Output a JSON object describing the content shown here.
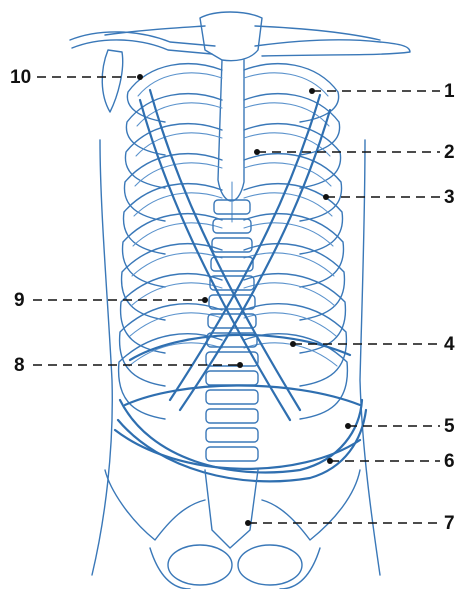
{
  "labels": [
    "1",
    "2",
    "3",
    "4",
    "5",
    "6",
    "7",
    "8",
    "9",
    "10"
  ],
  "colors": {
    "line_art": "#3a78b8",
    "text": "#111111",
    "background": "#ffffff"
  }
}
